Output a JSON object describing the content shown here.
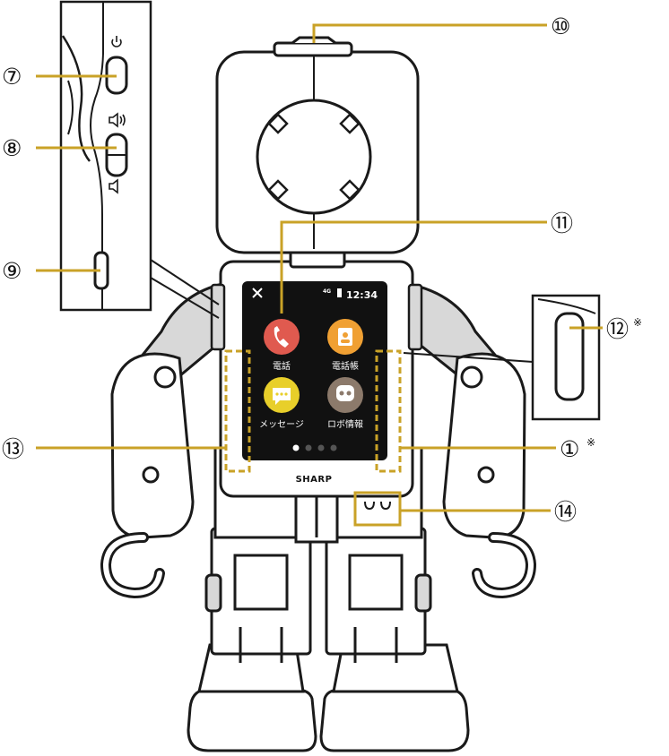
{
  "colors": {
    "leader": "#C9A227",
    "outline": "#1a1a1a",
    "screen_bg": "#111111",
    "shade": "#d8d8d8",
    "call": "#E05A4F",
    "contacts": "#F0A033",
    "message": "#E8CF2A",
    "robo": "#8C7A6B"
  },
  "icons": {
    "power": "power-icon",
    "volume_up": "speaker-loud-icon",
    "volume_down": "speaker-quiet-icon",
    "call": "phone-icon",
    "contacts": "contacts-book-icon",
    "message": "speech-bubble-icon",
    "robo": "robot-face-icon"
  },
  "callouts": [
    {
      "id": "c7",
      "label": "⑦",
      "note": ""
    },
    {
      "id": "c8",
      "label": "⑧",
      "note": ""
    },
    {
      "id": "c9",
      "label": "⑨",
      "note": ""
    },
    {
      "id": "c10",
      "label": "⑩",
      "note": ""
    },
    {
      "id": "c11",
      "label": "⑪",
      "note": ""
    },
    {
      "id": "c12",
      "label": "⑫",
      "note": "※"
    },
    {
      "id": "c13",
      "label": "⑬",
      "note": ""
    },
    {
      "id": "c1",
      "label": "①",
      "note": "※"
    },
    {
      "id": "c14",
      "label": "⑭",
      "note": ""
    }
  ],
  "screen": {
    "time": "12:34",
    "network": "4G",
    "apps": [
      {
        "label": "電話"
      },
      {
        "label": "電話帳"
      },
      {
        "label": "メッセージ"
      },
      {
        "label": "ロボ情報"
      }
    ],
    "page_count": 4,
    "active_page": 1
  },
  "brand": "SHARP"
}
